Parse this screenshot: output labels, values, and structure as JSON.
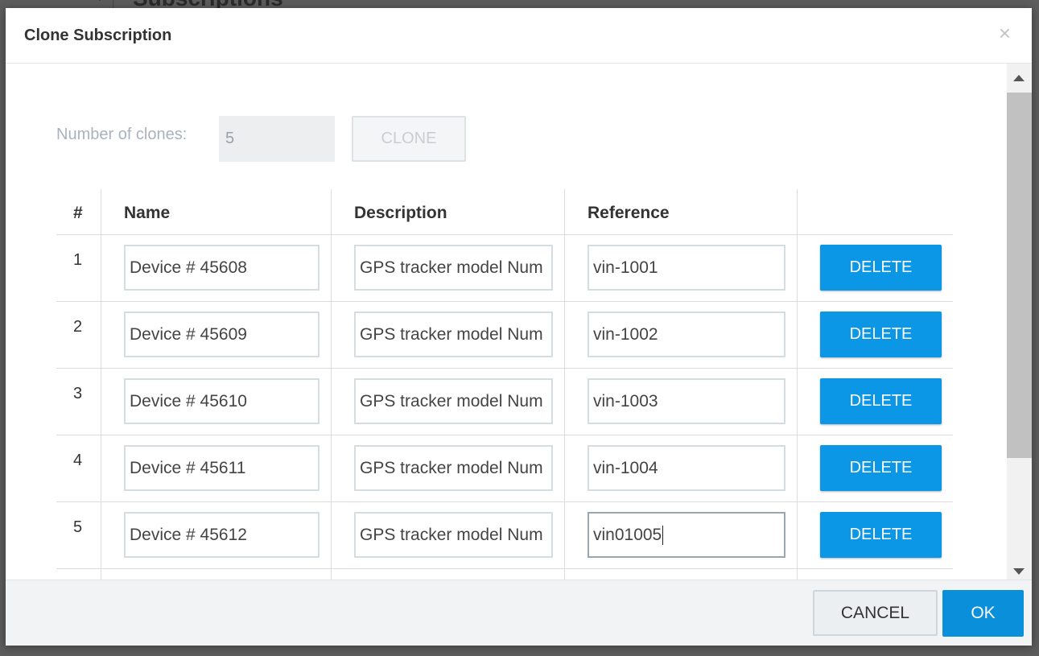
{
  "background": {
    "page_title": "Subscriptions"
  },
  "dialog": {
    "title": "Clone Subscription",
    "close_glyph": "×"
  },
  "clone": {
    "label": "Number of clones:",
    "value": "5",
    "button_label": "CLONE"
  },
  "table": {
    "headers": {
      "number": "#",
      "name": "Name",
      "description": "Description",
      "reference": "Reference"
    },
    "rows": [
      {
        "number": "1",
        "name": "Device # 45608",
        "description": "GPS tracker model Num",
        "reference": "vin-1001",
        "delete_label": "DELETE"
      },
      {
        "number": "2",
        "name": "Device # 45609",
        "description": "GPS tracker model Num",
        "reference": "vin-1002",
        "delete_label": "DELETE"
      },
      {
        "number": "3",
        "name": "Device # 45610",
        "description": "GPS tracker model Num",
        "reference": "vin-1003",
        "delete_label": "DELETE"
      },
      {
        "number": "4",
        "name": "Device # 45611",
        "description": "GPS tracker model Num",
        "reference": "vin-1004",
        "delete_label": "DELETE"
      },
      {
        "number": "5",
        "name": "Device # 45612",
        "description": "GPS tracker model Num",
        "reference": "vin01005",
        "delete_label": "DELETE"
      }
    ]
  },
  "footer": {
    "cancel_label": "CANCEL",
    "ok_label": "OK"
  },
  "colors": {
    "primary": "#0b96e6",
    "disabled_text": "#a9b3bd"
  }
}
